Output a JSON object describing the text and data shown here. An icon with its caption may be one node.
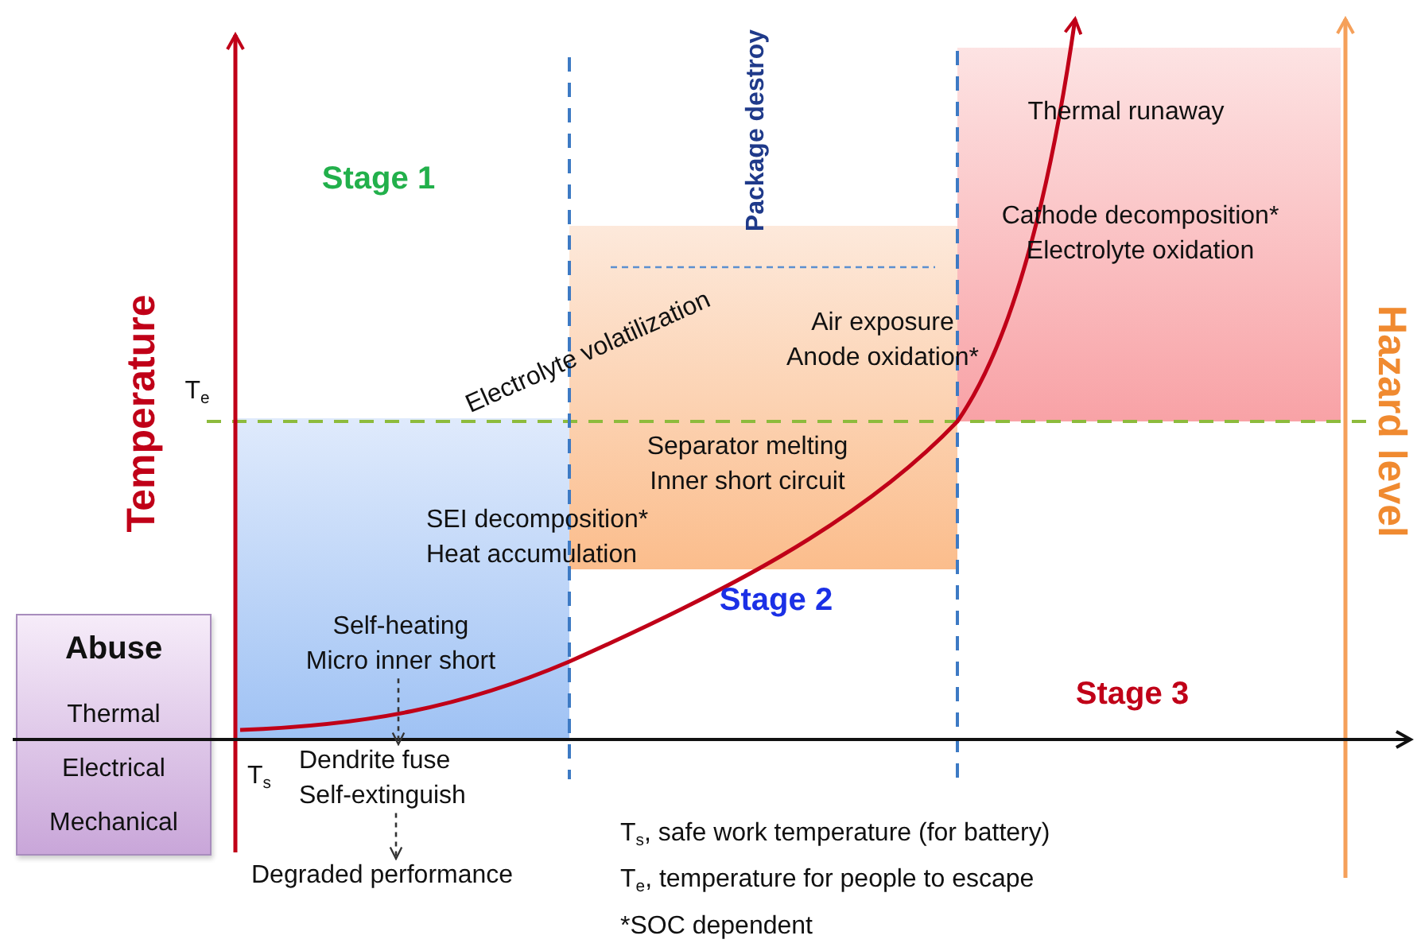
{
  "diagram": {
    "nodes": [
      {
        "text": [
          "Abuse",
          "Thermal",
          "Electrical",
          "Mechanical"
        ]
      },
      {
        "text": [
          "Self-heating Micro inner short"
        ]
      },
      {
        "text": [
          "Dendrite fuse Self-extinguish"
        ]
      },
      {
        "text": [
          "Degraded performance"
        ]
      }
    ],
    "edges": [
      {
        "from": 1,
        "to": 2,
        "arrow": "to",
        "style": "dashed"
      },
      {
        "from": 2,
        "to": 3,
        "arrow": "to",
        "style": "dashed"
      }
    ],
    "labels": [
      "Stage 1",
      "Package destroy",
      "Thermal runaway",
      "Cathode decomposition* Electrolyte oxidation",
      "Temperature",
      "Electrolyte volatilization",
      "Air exposure Anode oxidation*",
      "Hazard level",
      "T$_{e}$",
      "Separator melting Inner short circuit",
      "SEI decomposition* Heat accumulation",
      "Stage 2",
      "Stage 3",
      "T$_{s}$",
      "T$_{s}$, safe work temperature (for battery)",
      "T$_{e}$, temperature for people to escape",
      "*SOC dependent"
    ]
  }
}
